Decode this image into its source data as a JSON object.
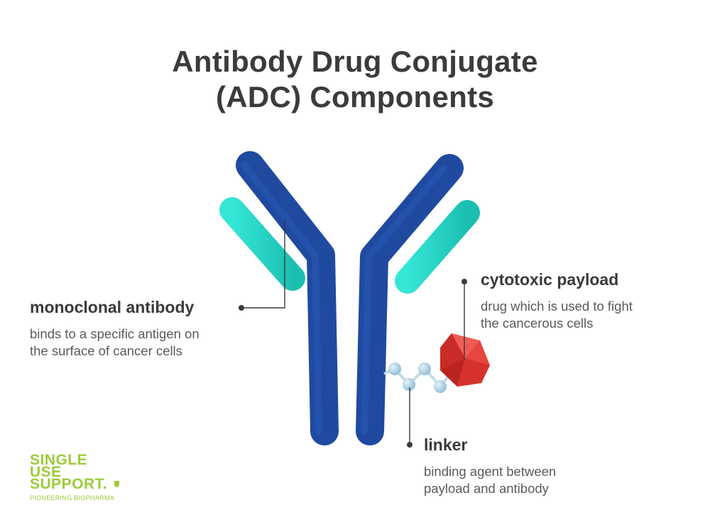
{
  "title": {
    "line1": "Antibody Drug Conjugate",
    "line2": "(ADC) Components"
  },
  "labels": {
    "monoclonal_antibody": {
      "heading": "monoclonal antibody",
      "desc_line1": "binds to a specific antigen on",
      "desc_line2": "the surface of cancer cells"
    },
    "cytotoxic_payload": {
      "heading": "cytotoxic payload",
      "desc_line1": "drug which is used to fight",
      "desc_line2": "the cancerous cells"
    },
    "linker": {
      "heading": "linker",
      "desc_line1": "binding agent between",
      "desc_line2": "payload and antibody"
    }
  },
  "logo": {
    "line1": "SINGLE",
    "line2": "USE",
    "line3": "SUPPORT.",
    "tagline": "PIONEERING BIOPHARMA"
  },
  "colors": {
    "heavy_chain": "#1f4aa0",
    "light_chain": "#27d6c6",
    "payload": "#e23a34",
    "linker_bead": "#a9cfe3",
    "leader": "#3a3a3a",
    "logo": "#9ccc3a"
  }
}
